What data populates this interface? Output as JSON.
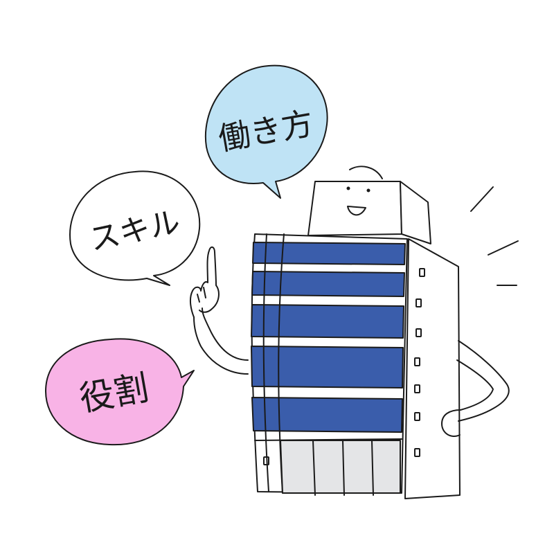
{
  "bubbles": {
    "hatarakikata": "働き方",
    "skill": "スキル",
    "yakuwari": "役割"
  },
  "colors": {
    "bubble_blue": "#bfe3f5",
    "bubble_pink": "#f8b3e6",
    "bubble_white": "#ffffff",
    "facade_blue": "#3a5dab",
    "ground_floor": "#e4e5e7",
    "outline": "#1a1a1a"
  }
}
